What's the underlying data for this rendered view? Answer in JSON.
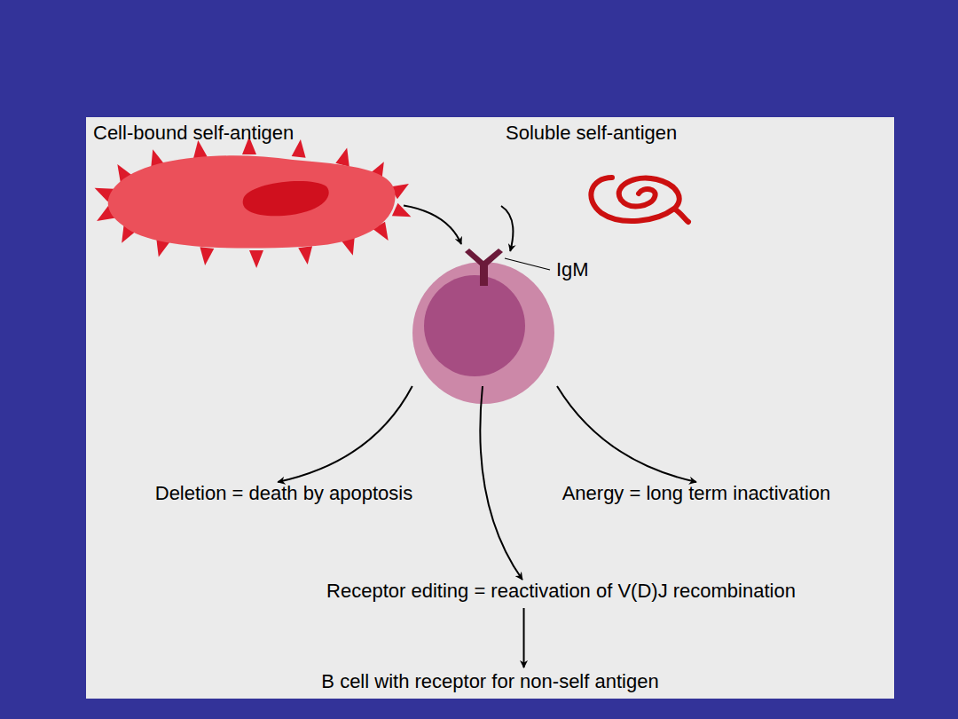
{
  "diagram": {
    "nodes": [
      {
        "text": [
          "Cell-bound self-antigen"
        ]
      },
      {
        "text": [
          "Soluble self-antigen"
        ]
      },
      {
        "text": [
          "IgM"
        ]
      },
      {
        "text": [
          "Deletion = death by apoptosis"
        ]
      },
      {
        "text": [
          "Receptor editing = reactivation of V(D)J recombination"
        ]
      },
      {
        "text": [
          "Anergy = long term inactivation"
        ]
      },
      {
        "text": [
          "B cell with receptor for non-self antigen"
        ]
      }
    ],
    "edges": [
      {
        "from": 0,
        "to": 2,
        "arrow": "to"
      },
      {
        "from": 1,
        "to": 2,
        "arrow": "to"
      },
      {
        "from": 2,
        "to": 3,
        "arrow": "to"
      },
      {
        "from": 2,
        "to": 4,
        "arrow": "to"
      },
      {
        "from": 2,
        "to": 5,
        "arrow": "to"
      },
      {
        "from": 4,
        "to": 6,
        "arrow": "to"
      }
    ]
  }
}
